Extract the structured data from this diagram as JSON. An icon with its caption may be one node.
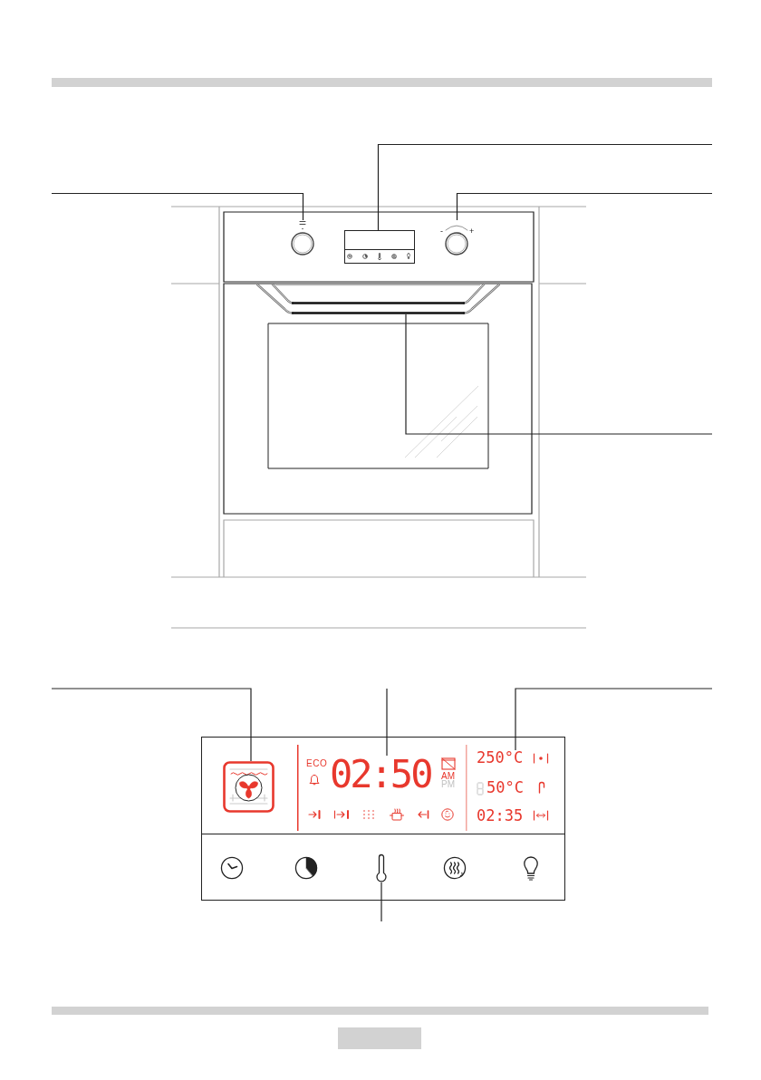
{
  "diagram": {
    "nodes": [
      {
        "text": [],
        "shape": "circle"
      },
      {
        "text": [],
        "shape": "box"
      },
      {
        "text": [],
        "shape": "circle"
      },
      {
        "text": [],
        "shape": "bar"
      },
      {
        "text": [
          "ECO",
          "AM",
          "PM",
          "50°C",
          "02:35"
        ]
      },
      {
        "text": [],
        "shape": "picture",
        "in": 4
      },
      {
        "text": [
          "02:50"
        ],
        "in": 4
      },
      {
        "text": [
          "250°C"
        ],
        "in": 4
      },
      {
        "text": [],
        "shape": "picture",
        "in": 4
      }
    ],
    "edges": [
      {
        "from": null,
        "to": 0,
        "arrow": "none"
      },
      {
        "from": null,
        "to": 1,
        "arrow": "none"
      },
      {
        "from": null,
        "to": 2,
        "arrow": "none"
      },
      {
        "from": null,
        "to": 3,
        "arrow": "none"
      },
      {
        "from": null,
        "to": 5,
        "arrow": "none"
      },
      {
        "from": null,
        "to": 6,
        "arrow": "none"
      },
      {
        "from": null,
        "to": 7,
        "arrow": "none"
      },
      {
        "from": null,
        "to": 8,
        "arrow": "none"
      }
    ],
    "labels": [
      "-",
      "+"
    ]
  }
}
